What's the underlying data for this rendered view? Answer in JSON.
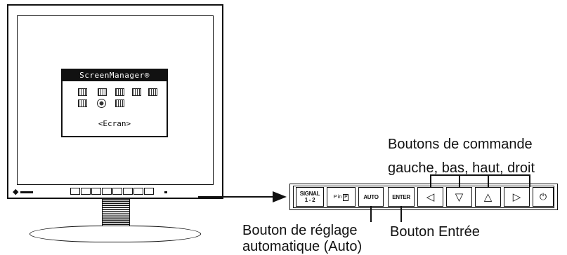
{
  "osd": {
    "title": "ScreenManager®",
    "caption": "<Ecran>",
    "icons": [
      "screen-icon",
      "color-icon",
      "pip-icon",
      "power-manager-icon",
      "others-icon",
      "information-icon",
      "language-icon",
      "signal-icon"
    ]
  },
  "panel": {
    "buttons": [
      {
        "id": "signal",
        "line1": "SIGNAL",
        "line2": "1 - 2"
      },
      {
        "id": "pinp",
        "prefix": "P in",
        "boxed": "P"
      },
      {
        "id": "auto",
        "label": "AUTO"
      },
      {
        "id": "enter",
        "label": "ENTER"
      },
      {
        "id": "left",
        "glyph": "◁"
      },
      {
        "id": "down",
        "glyph": "▽"
      },
      {
        "id": "up",
        "glyph": "△"
      },
      {
        "id": "right",
        "glyph": "▷"
      },
      {
        "id": "power",
        "glyph": "⏻"
      }
    ]
  },
  "labels": {
    "control_title": "Boutons de commande",
    "control_directions": "gauche, bas, haut, droit",
    "auto_line1": "Bouton de réglage",
    "auto_line2": "automatique (Auto)",
    "enter": "Bouton Entrée"
  }
}
